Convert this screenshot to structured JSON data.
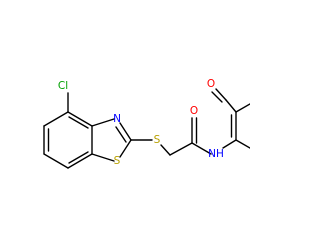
{
  "molecule": {
    "atoms": {
      "cl": {
        "label": "Cl",
        "color": "#00a000"
      },
      "n_thiazole": {
        "label": "N",
        "color": "#0000ff"
      },
      "s_ring": {
        "label": "S",
        "color": "#b8a000"
      },
      "s_linker": {
        "label": "S",
        "color": "#b8a000"
      },
      "o_amide": {
        "label": "O",
        "color": "#ff0000"
      },
      "nh_amide": {
        "label": "NH",
        "color": "#0000ff"
      },
      "o_acetyl": {
        "label": "O",
        "color": "#ff0000"
      }
    }
  }
}
